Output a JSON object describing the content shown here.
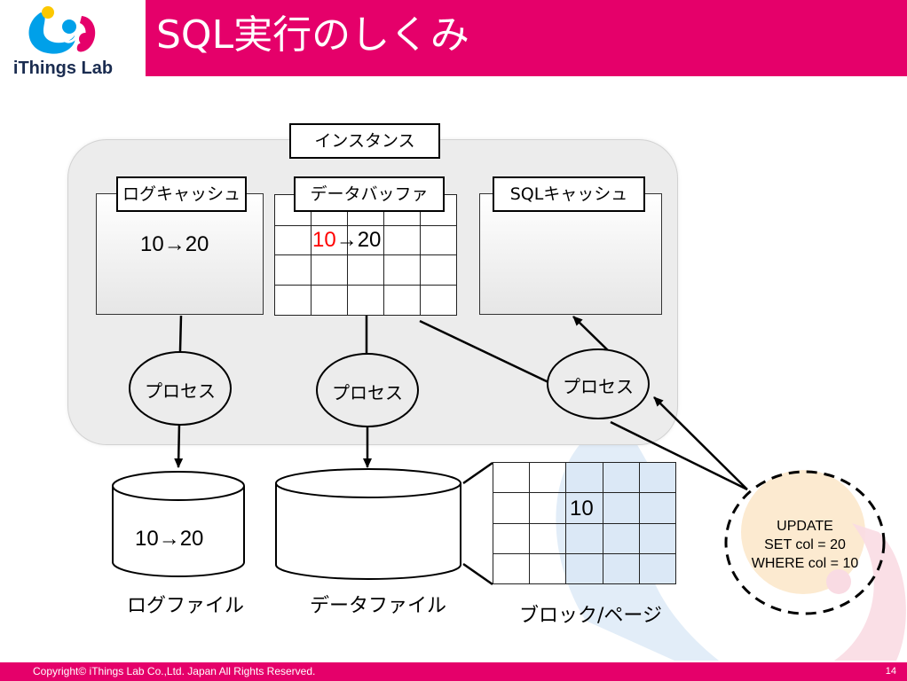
{
  "title": "SQL実行のしくみ",
  "logo": {
    "text": "iThings Lab"
  },
  "instance": {
    "label": "インスタンス"
  },
  "log_cache": {
    "label": "ログキャッシュ",
    "content": "10→20"
  },
  "data_buffer": {
    "label": "データバッファ",
    "old_value": "10",
    "new_value": "→20"
  },
  "sql_cache": {
    "label": "SQLキャッシュ"
  },
  "processes": {
    "log_writer": "プロセス",
    "db_writer": "プロセス",
    "sql_process": "プロセス"
  },
  "log_file": {
    "content": "10→20",
    "caption": "ログファイル"
  },
  "data_file": {
    "caption": "データファイル"
  },
  "block": {
    "value": "10",
    "caption": "ブロック/ページ"
  },
  "sql_statement": {
    "line1": "UPDATE",
    "line2": "SET col = 20",
    "line3": "WHERE col = 10"
  },
  "footer": {
    "copyright": "Copyright© iThings Lab Co.,Ltd. Japan All Rights Reserved.",
    "page_number": "14"
  },
  "colors": {
    "accent": "#e5006a",
    "highlight_red": "#ff0000",
    "instance_bg": "#ececec",
    "block_cell": "#dbe8f6"
  }
}
